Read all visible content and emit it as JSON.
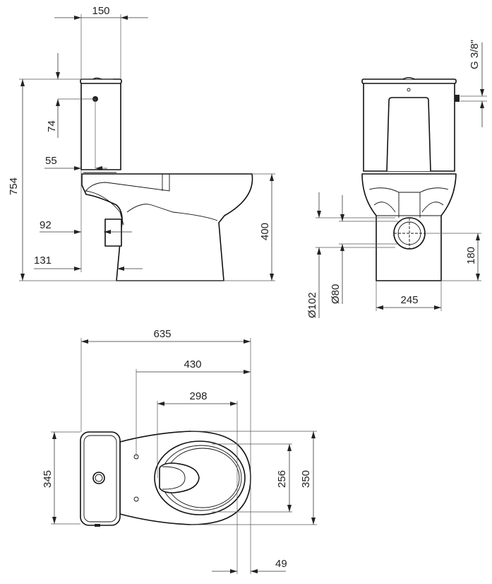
{
  "title": "Toilet technical dimension drawing",
  "side_view": {
    "tank_depth": "150",
    "inlet_height_from_top": "74",
    "total_height": "754",
    "tank_offset": "55",
    "outlet_offset": "92",
    "base_offset": "131",
    "seat_height": "400"
  },
  "front_view": {
    "water_inlet": "G 3/8\"",
    "outlet_outer_diameter": "Ø102",
    "outlet_inner_diameter": "Ø80",
    "outlet_height": "180",
    "base_width": "245"
  },
  "top_view": {
    "total_length": "635",
    "fixing_to_front": "430",
    "opening_length": "298",
    "tank_width": "345",
    "opening_width": "256",
    "bowl_width": "350",
    "front_offset": "49"
  },
  "colors": {
    "line": "#111111",
    "background": "#ffffff"
  }
}
